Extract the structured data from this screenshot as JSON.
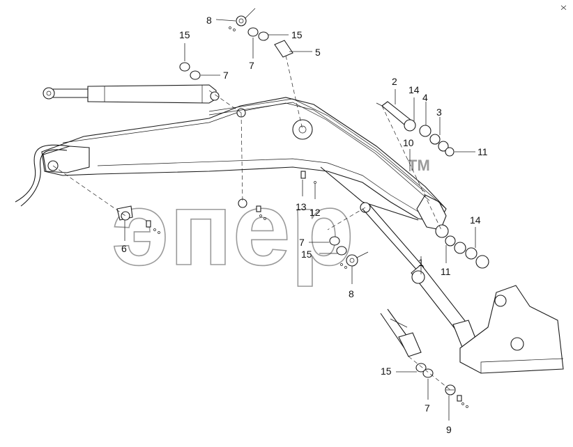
{
  "watermark": {
    "text": "эпер",
    "tm": "TM"
  },
  "callouts": [
    {
      "id": "c1",
      "label": "8"
    },
    {
      "id": "c2",
      "label": "15"
    },
    {
      "id": "c3",
      "label": "15"
    },
    {
      "id": "c4",
      "label": "7"
    },
    {
      "id": "c5",
      "label": "5"
    },
    {
      "id": "c6",
      "label": "7"
    },
    {
      "id": "c7",
      "label": "2"
    },
    {
      "id": "c8",
      "label": "14"
    },
    {
      "id": "c9",
      "label": "4"
    },
    {
      "id": "c10",
      "label": "3"
    },
    {
      "id": "c11",
      "label": "10"
    },
    {
      "id": "c12",
      "label": "11"
    },
    {
      "id": "c13",
      "label": "13"
    },
    {
      "id": "c14",
      "label": "12"
    },
    {
      "id": "c15",
      "label": "6"
    },
    {
      "id": "c16",
      "label": "7"
    },
    {
      "id": "c17",
      "label": "15"
    },
    {
      "id": "c18",
      "label": "8"
    },
    {
      "id": "c19",
      "label": "1"
    },
    {
      "id": "c20",
      "label": "11"
    },
    {
      "id": "c21",
      "label": "14"
    },
    {
      "id": "c22",
      "label": "15"
    },
    {
      "id": "c23",
      "label": "7"
    },
    {
      "id": "c24",
      "label": "9"
    }
  ]
}
